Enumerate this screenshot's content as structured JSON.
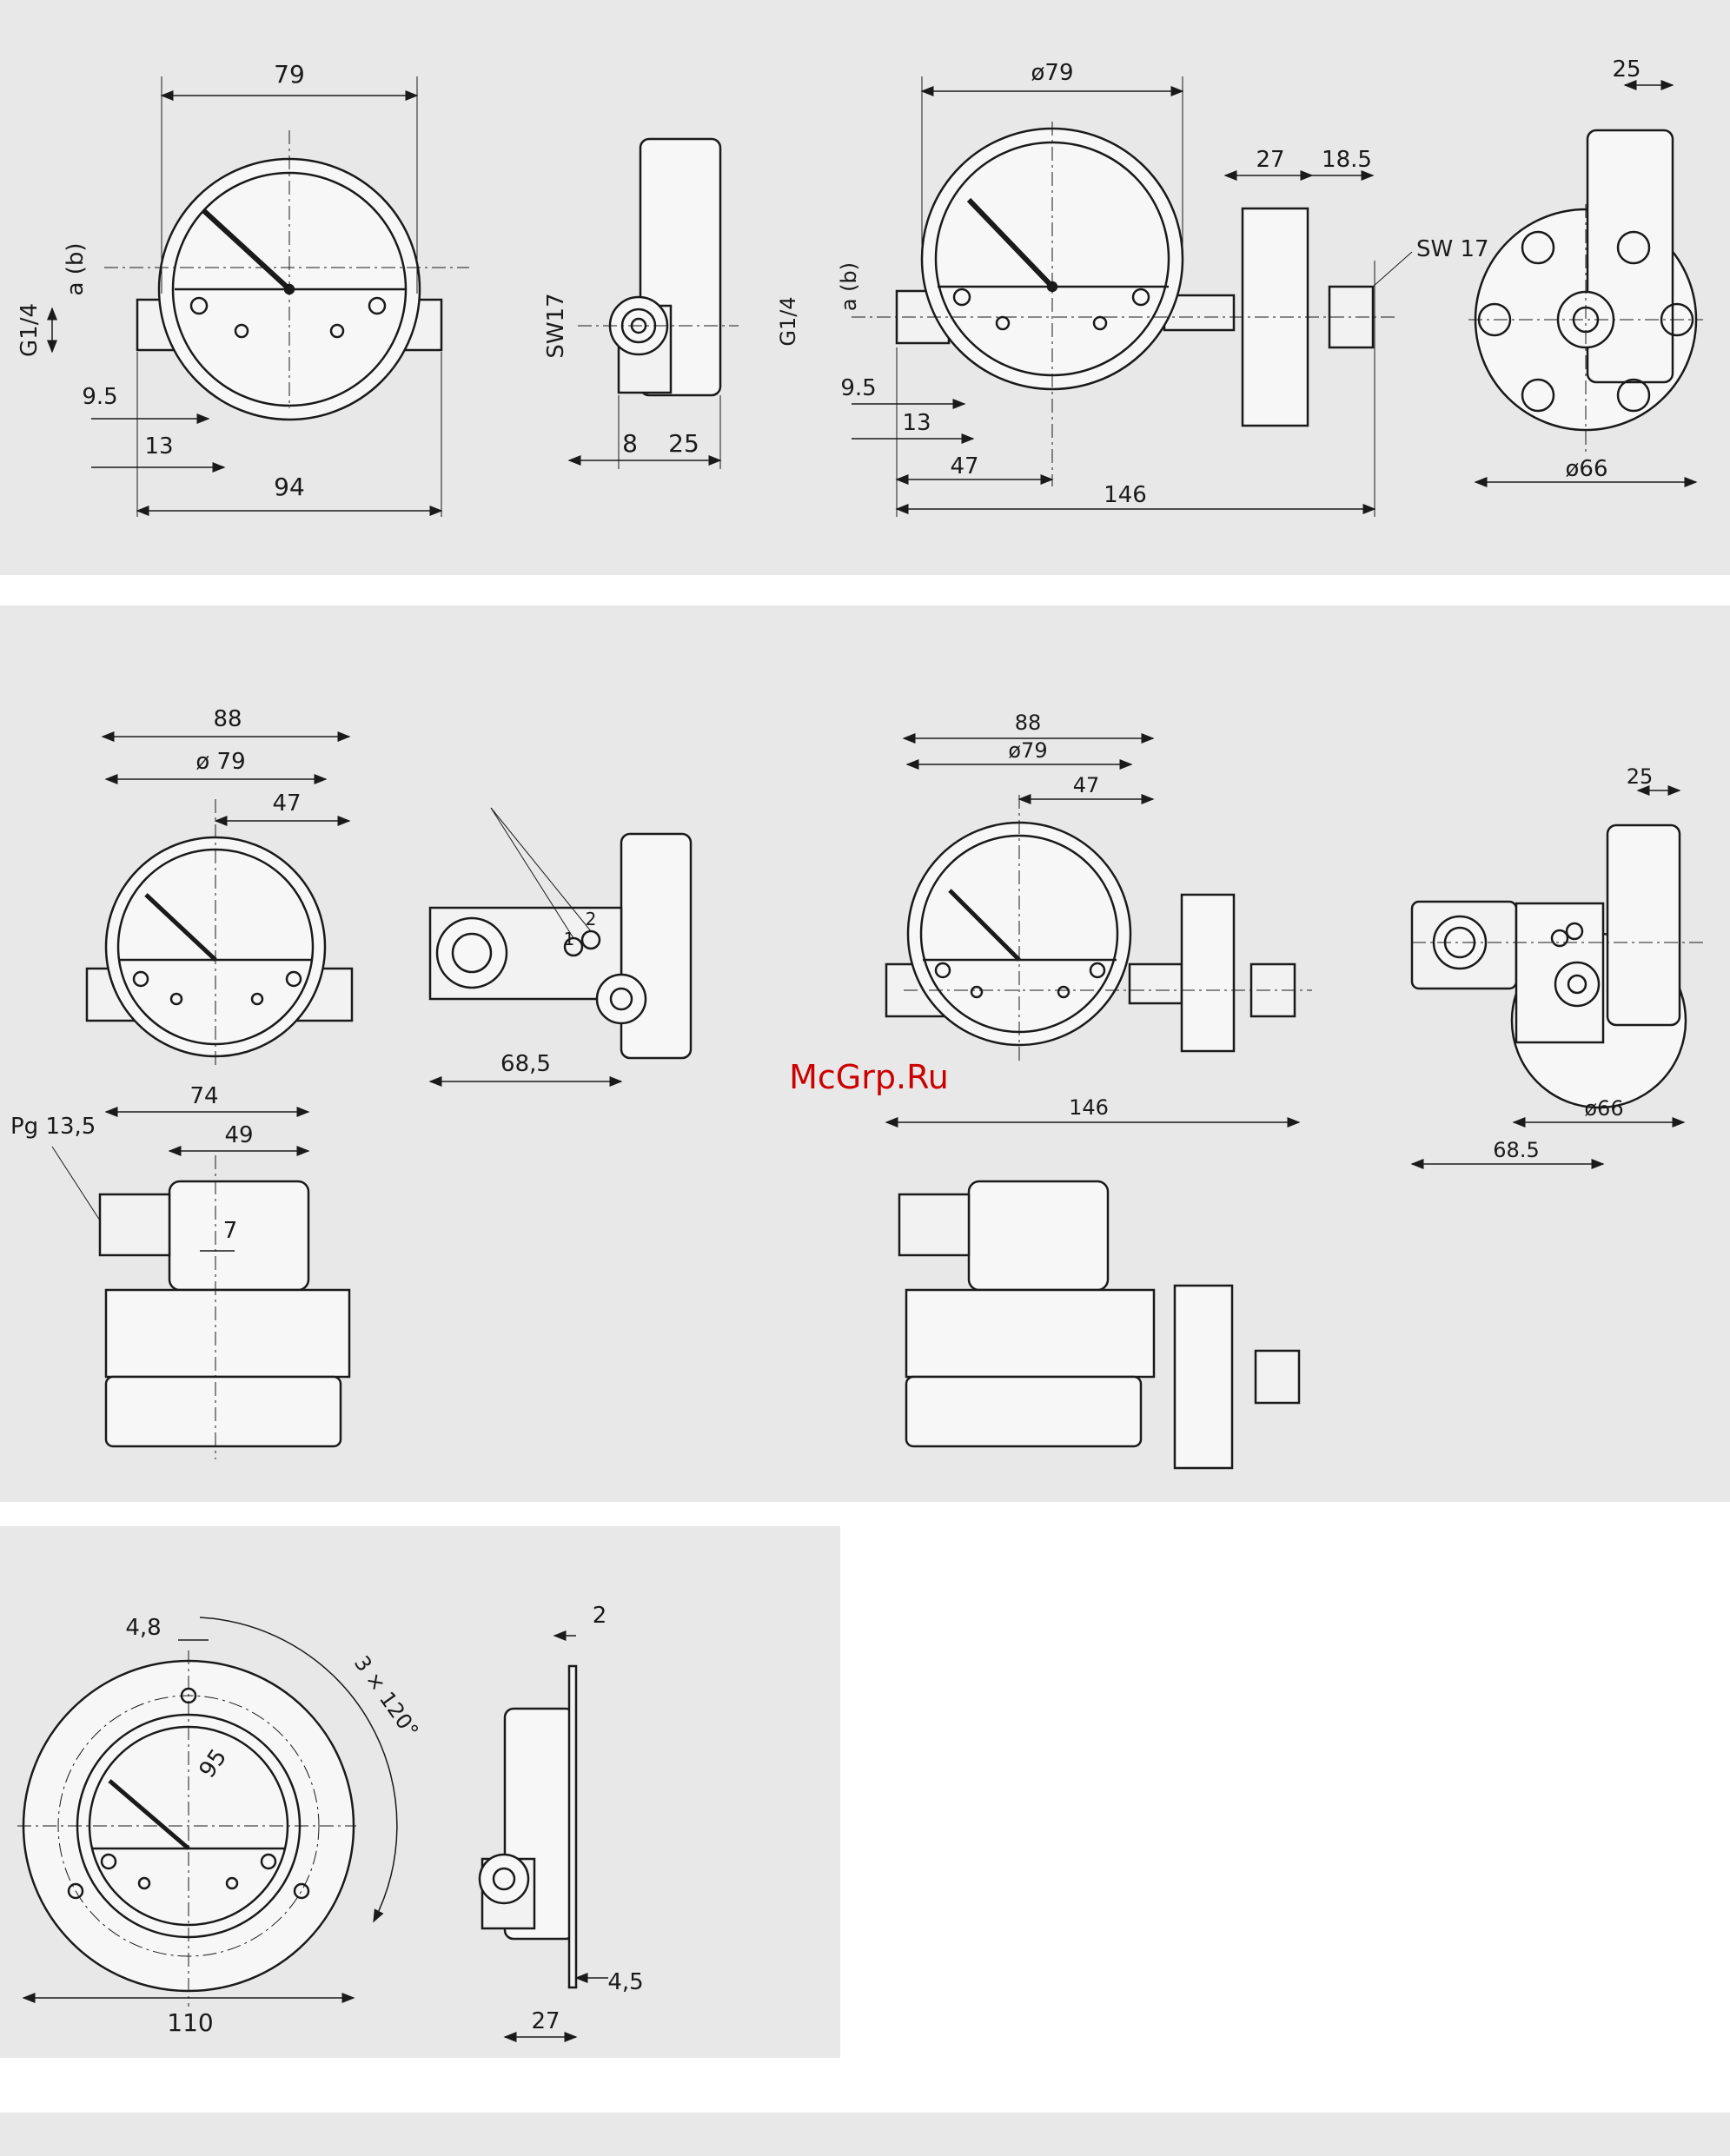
{
  "colors": {
    "panel": "#e8e8e8",
    "ink": "#1a1a1a",
    "watermark": "#cc0000",
    "background": "#ffffff"
  },
  "watermark": "McGrp.Ru",
  "panel1": {
    "front": {
      "width": "79",
      "total": "94",
      "conn": "G1/4",
      "port": "a (b)",
      "d1": "9.5",
      "d2": "13"
    },
    "side": {
      "wrench": "SW17",
      "d1": "8",
      "d2": "25"
    },
    "front2": {
      "dia": "ø79",
      "d27": "27",
      "d185": "18.5",
      "wrench": "SW 17",
      "conn": "G1/4",
      "port": "a (b)",
      "d1": "9.5",
      "d2": "13",
      "d47": "47",
      "total": "146"
    },
    "side2": {
      "d25": "25",
      "dia": "ø66"
    }
  },
  "panel2": {
    "front": {
      "w88": "88",
      "dia": "ø 79",
      "d47": "47"
    },
    "side": {
      "n1": "1",
      "n2": "2",
      "d685": "68,5"
    },
    "lower": {
      "cable": "Pg 13,5",
      "d74": "74",
      "d49": "49",
      "d7": "7"
    },
    "front2": {
      "w88": "88",
      "dia": "ø79",
      "d47": "47",
      "total": "146"
    },
    "side2": {
      "d25": "25",
      "dia": "ø66",
      "d685": "68.5"
    }
  },
  "panel3": {
    "front": {
      "d48": "4,8",
      "angle": "3 × 120°",
      "d95": "95",
      "d110": "110"
    },
    "side": {
      "d2": "2",
      "d45": "4,5",
      "d27": "27"
    }
  }
}
